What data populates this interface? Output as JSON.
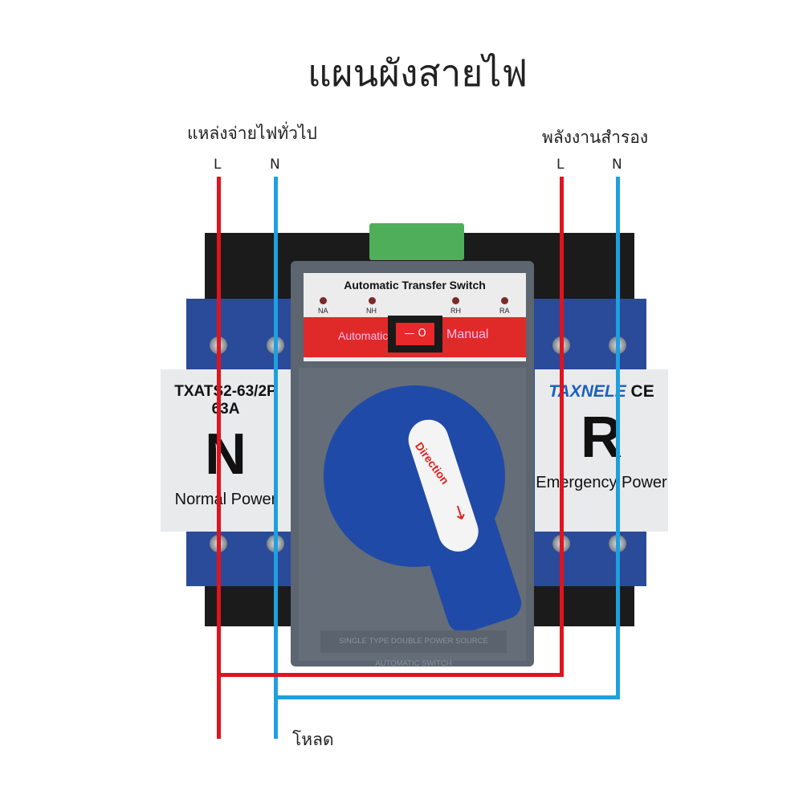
{
  "title": "แผนผังสายไฟ",
  "source_normal": {
    "label": "แหล่งจ่ายไฟทั่วไป",
    "L": "L",
    "N": "N"
  },
  "source_backup": {
    "label": "พลังงานสำรอง",
    "L": "L",
    "N": "N"
  },
  "load_label": "โหลด",
  "device": {
    "top_title": "Automatic Transfer Switch",
    "leds": [
      "NA",
      "NH",
      "RH",
      "RA"
    ],
    "mode_auto": "Automatic",
    "mode_manual": "Manual",
    "switch_symbols": "— O",
    "left_model": "TXATS2-63/2P 63A",
    "left_letter": "N",
    "left_caption": "Normal Power",
    "brand": "TAXNELE",
    "ce_mark": "CE",
    "right_letter": "R",
    "right_caption": "Emergency Power",
    "handle_text": "Direction",
    "bottom_plate": "SINGLE TYPE DOUBLE POWER SOURCE AUTOMATIC SWITCH"
  },
  "colors": {
    "live": "#e0141e",
    "neutral": "#1ea0e0",
    "module": "#2a4a9a",
    "knob": "#1f4aa8"
  }
}
